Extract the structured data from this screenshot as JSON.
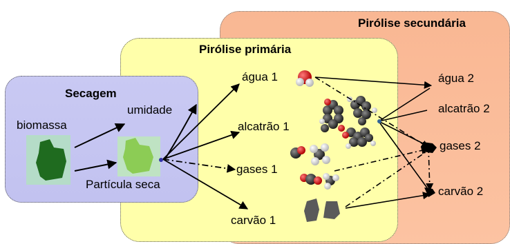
{
  "regions": {
    "secundaria_title": "Pirólise secundária",
    "primaria_title": "Pirólise primária",
    "secagem_title": "Secagem"
  },
  "labels": {
    "biomassa": "biomassa",
    "umidade": "umidade",
    "particula_seca": "Partícula seca",
    "agua1": "água 1",
    "alcatrao1": "alcatrão 1",
    "gases1": "gases 1",
    "carvao1": "carvão 1",
    "agua2": "água 2",
    "alcatrao2": "alcatrão 2",
    "gases2": "gases 2",
    "carvao2": "carvão 2"
  },
  "colors": {
    "secagem_fill": "#c4c4f1",
    "primaria_fill": "#ffffaa",
    "secundaria_fill": "#fbbf9c",
    "biomass_dark": "#1f6b1f",
    "biomass_light": "#8ccc55",
    "oxygen": "#d11a1a",
    "carbon": "#4a4a4a",
    "hydrogen": "#f0f0f0",
    "char": "#5a5a5a"
  }
}
